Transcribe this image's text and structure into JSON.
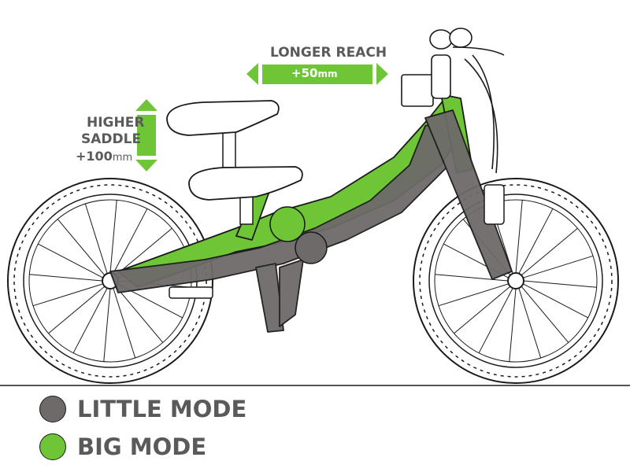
{
  "colors": {
    "little_mode": "#6d6a69",
    "big_mode": "#6ec636",
    "outline": "#1a1a1a",
    "label_text": "#5a5a5a"
  },
  "annotations": {
    "longer_reach": {
      "title": "LONGER REACH",
      "value": "+50",
      "unit": "mm"
    },
    "higher_saddle": {
      "line1": "HIGHER",
      "line2": "SADDLE",
      "value": "+100",
      "unit": "mm"
    }
  },
  "legend": [
    {
      "label": "LITTLE MODE",
      "color": "#6d6a69"
    },
    {
      "label": "BIG MODE",
      "color": "#6ec636"
    }
  ],
  "icons": {
    "reach_arrow": "double-horizontal-arrow-icon",
    "saddle_arrow": "double-vertical-arrow-icon"
  }
}
